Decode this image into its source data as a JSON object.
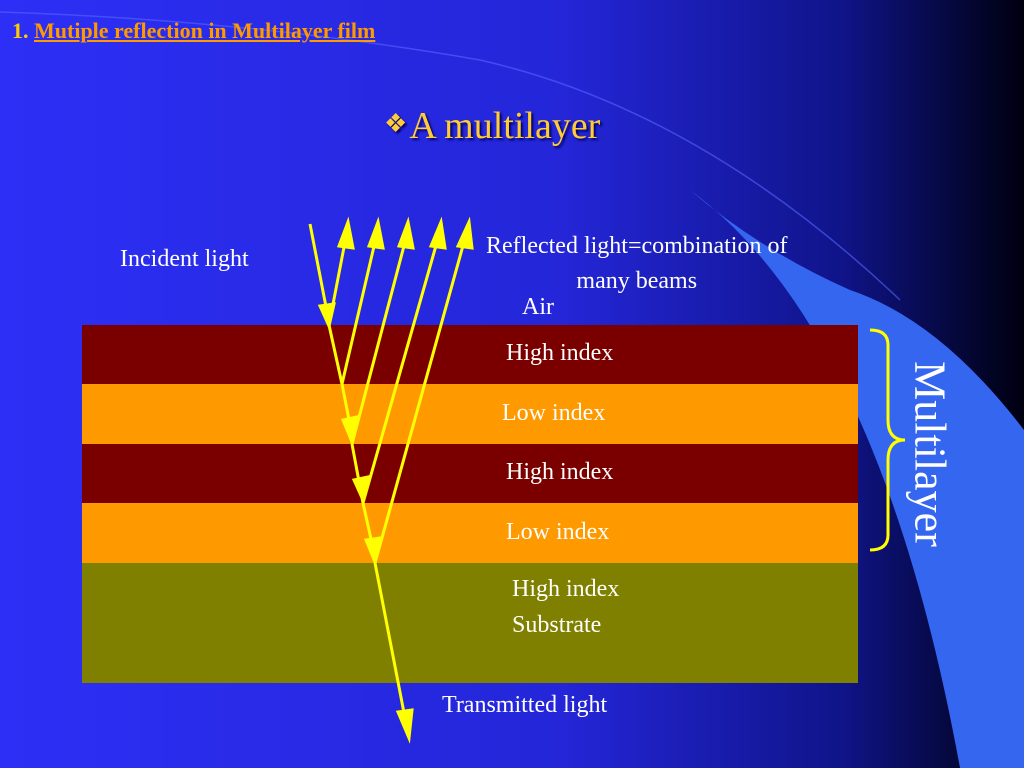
{
  "slide": {
    "heading_number": "1.",
    "heading_text": "Mutiple reflection in Multilayer film",
    "subtitle_bullet": "❖",
    "subtitle": "A multilayer"
  },
  "labels": {
    "incident": "Incident light",
    "reflected_line1": "Reflected light=combination of",
    "reflected_line2": "many beams",
    "air": "Air",
    "transmitted": "Transmitted light",
    "multilayer": "Multilayer"
  },
  "layers": [
    {
      "label": "High index",
      "color": "#7a0000"
    },
    {
      "label": "Low index",
      "color": "#ff9900"
    },
    {
      "label": "High index",
      "color": "#7a0000"
    },
    {
      "label": "Low index",
      "color": "#ff9900"
    }
  ],
  "substrate": {
    "label_line1": "High index",
    "label_line2": "Substrate",
    "color": "#808000"
  },
  "colors": {
    "background": "#2a2ef0",
    "ray": "#ffff00",
    "brace": "#ffff00",
    "heading": "#ffcc00",
    "subtitle": "#ffcc33"
  }
}
